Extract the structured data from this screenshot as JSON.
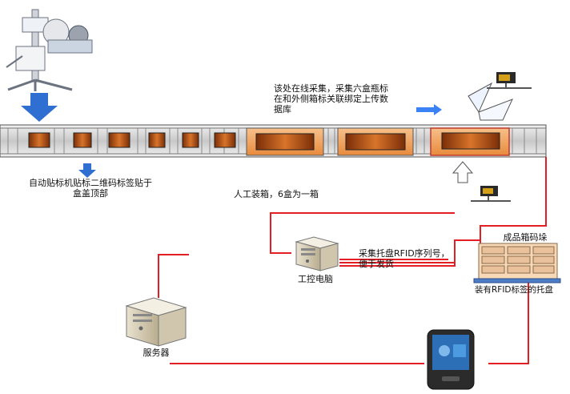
{
  "labels": {
    "online_collect": "该处在线采集，采集六盒瓶标在和外侧箱标关联绑定上传数据库",
    "auto_label": "自动贴标机贴标二维码标签贴于盒盖顶部",
    "manual_box": "人工装箱，6盒为一箱",
    "collect_pallet": "采集托盘RFID序列号，便于发货",
    "control_pc": "工控电脑",
    "server": "服务器",
    "finished_stack": "成品箱码垛",
    "rfid_pallet": "装有RFID标签的托盘"
  },
  "colors": {
    "red_line": "#e31e24",
    "conveyor_gray": "#d9d9d9",
    "box_orange": "#f2a35e",
    "product_brown": "#b8561c",
    "arrow_blue": "#2f6fd1"
  },
  "icons": [
    "labeling-machine-icon",
    "scanner-icon",
    "pc-tower-icon",
    "server-icon",
    "pallet-stack-icon",
    "handheld-terminal-icon"
  ]
}
